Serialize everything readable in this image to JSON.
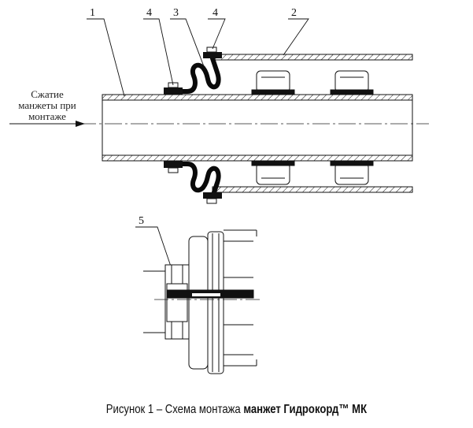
{
  "labels": {
    "pipe": "1",
    "sleeve": "2",
    "cuff": "3",
    "clamp": "4",
    "clamp_second": "4",
    "detail": "5"
  },
  "annotation": {
    "line1": "Сжатие",
    "line2": "манжеты при",
    "line3": "монтаже"
  },
  "caption": {
    "prefix": "Рисунок 1 – Схема монтажа ",
    "emphasis": "манжет Гидрокорд™ МК"
  },
  "colors": {
    "line": "#111111",
    "cuff_fill": "#0a0a0a",
    "background": "#ffffff"
  }
}
